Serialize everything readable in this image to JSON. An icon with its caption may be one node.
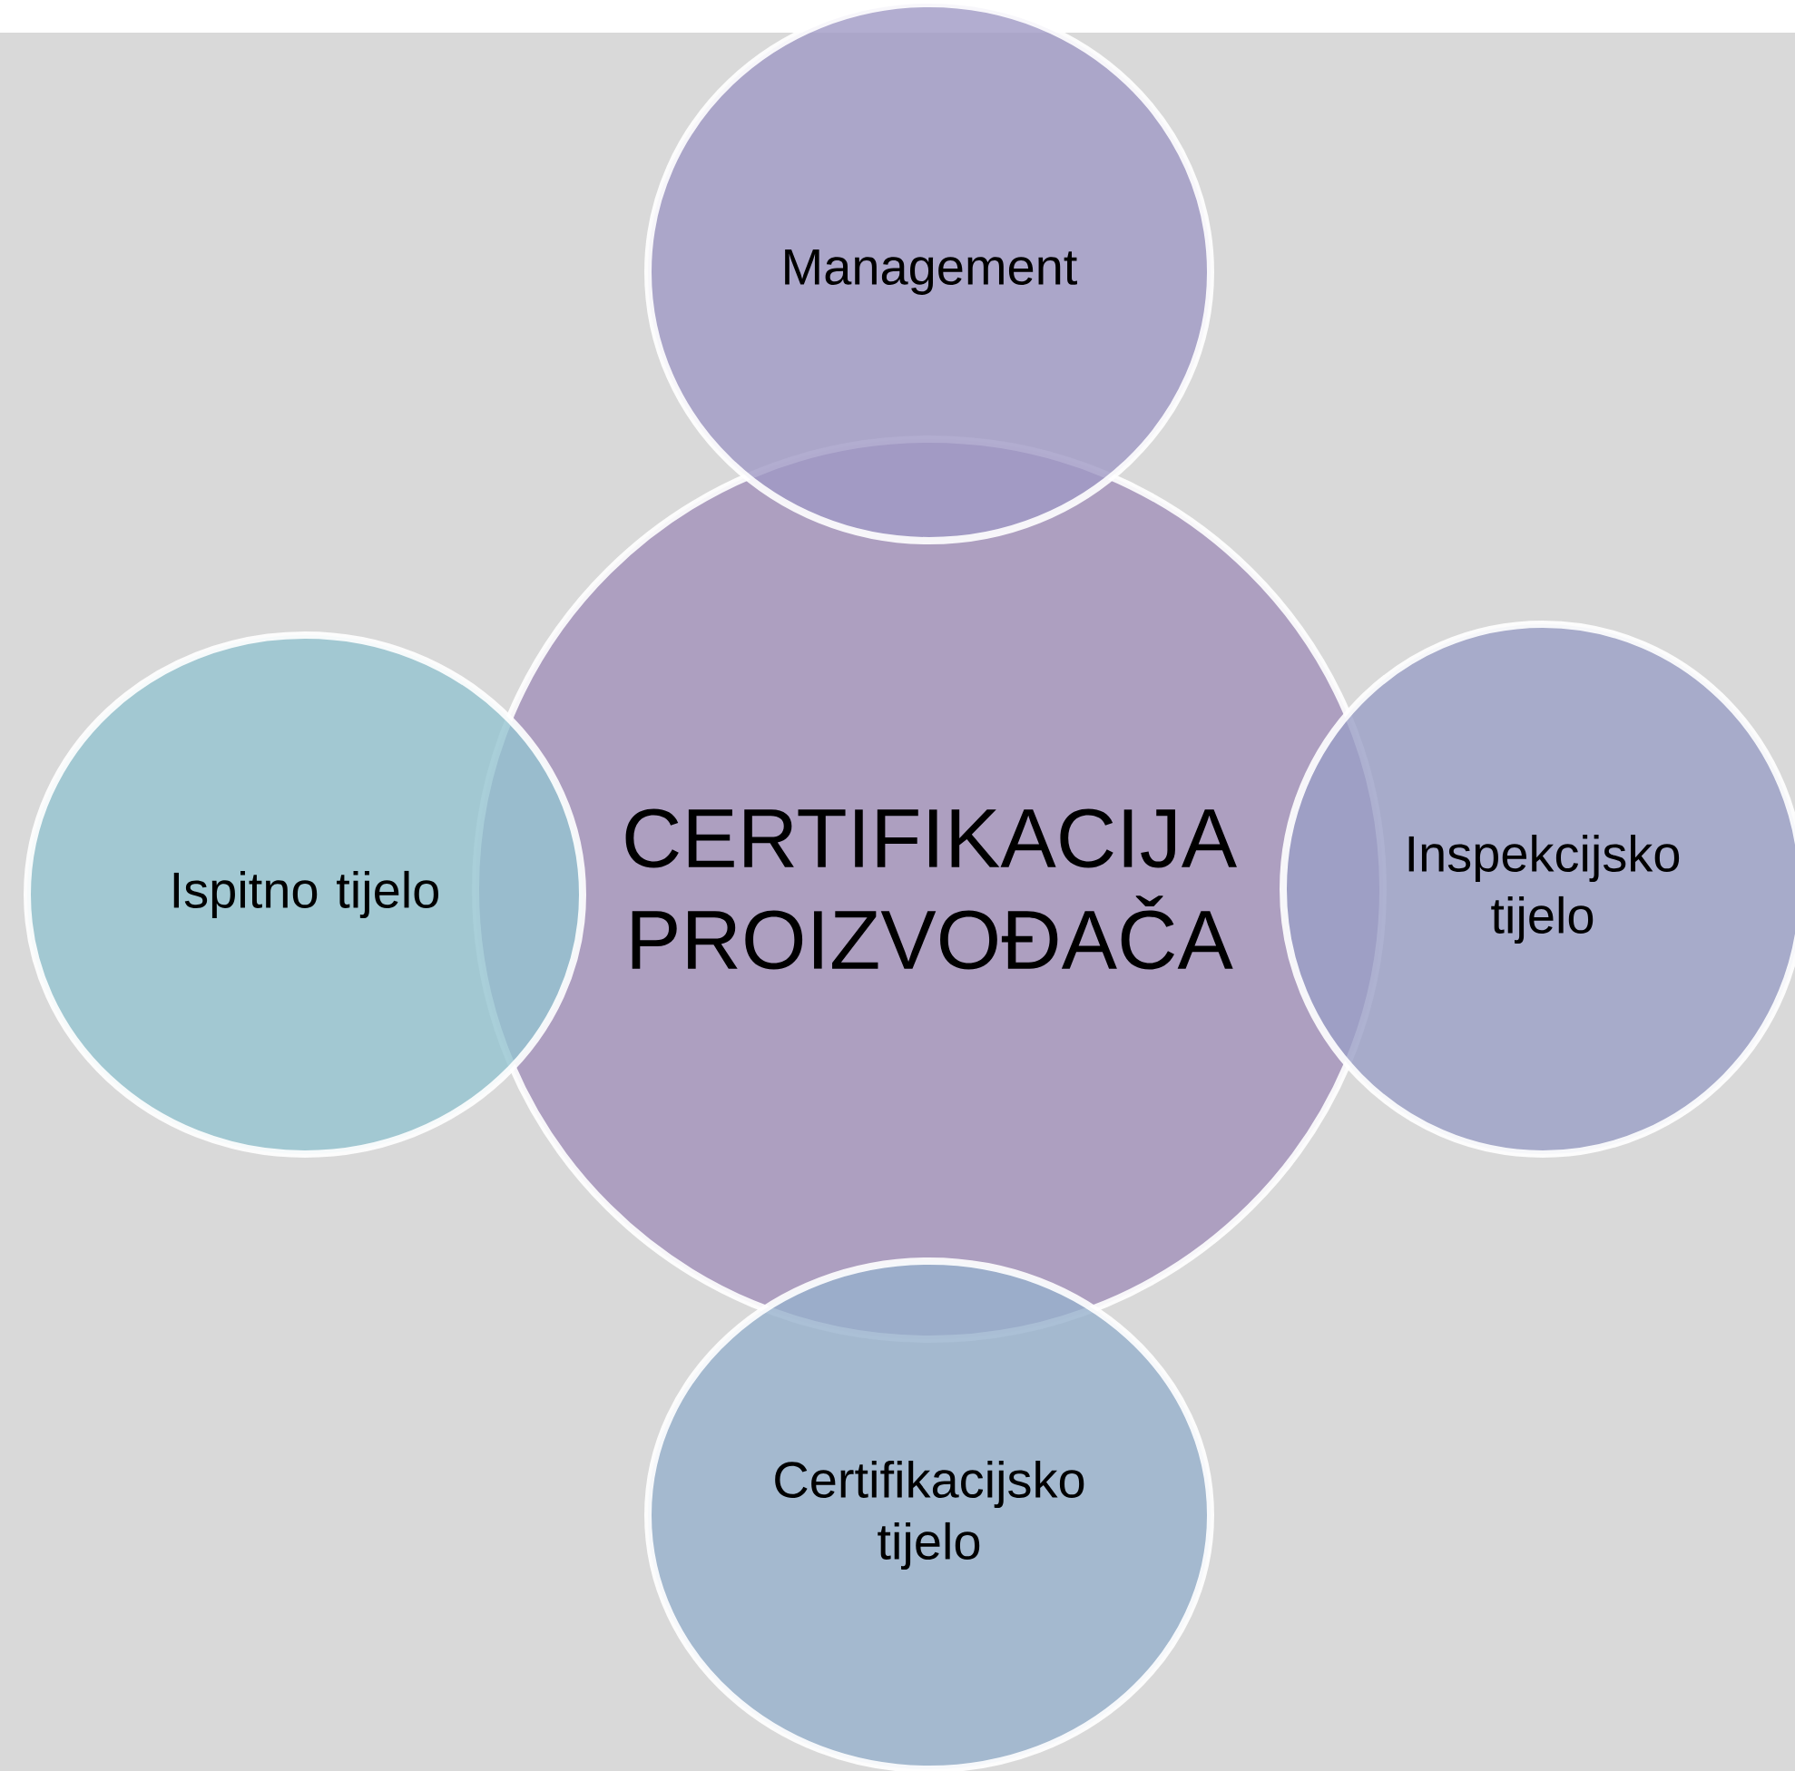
{
  "diagram": {
    "nodes": [
      {
        "text": [
          "Management"
        ]
      },
      {
        "text": [
          "Ispitno tijelo"
        ]
      },
      {
        "text": [
          "CERTIFIKACIJA PROIZVOĐAČA"
        ]
      },
      {
        "text": [
          "Inspekcijsko tijelo"
        ]
      },
      {
        "text": [
          "Certifikacijsko tijelo"
        ]
      }
    ]
  }
}
